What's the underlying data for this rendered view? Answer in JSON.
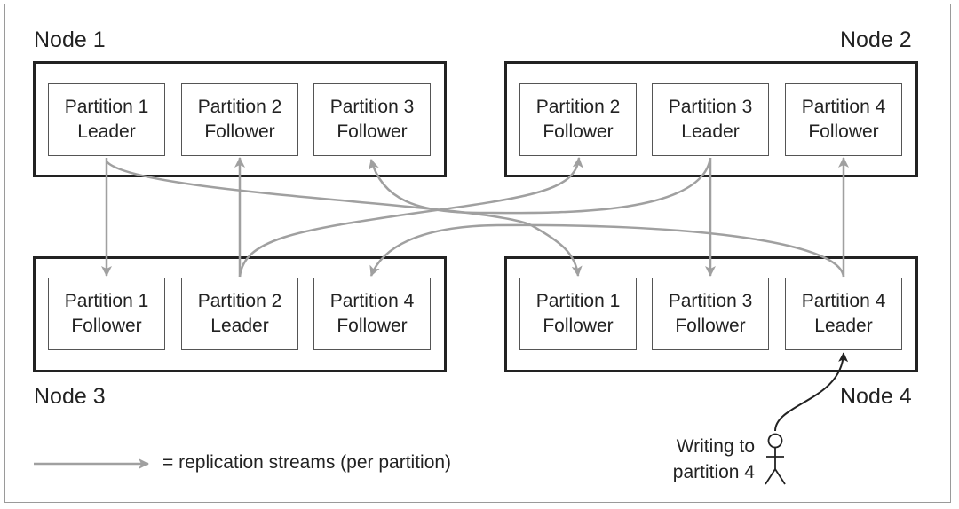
{
  "nodes": [
    {
      "name": "Node 1",
      "partitions": [
        {
          "title": "Partition 1",
          "role": "Leader"
        },
        {
          "title": "Partition 2",
          "role": "Follower"
        },
        {
          "title": "Partition 3",
          "role": "Follower"
        }
      ]
    },
    {
      "name": "Node 2",
      "partitions": [
        {
          "title": "Partition 2",
          "role": "Follower"
        },
        {
          "title": "Partition 3",
          "role": "Leader"
        },
        {
          "title": "Partition 4",
          "role": "Follower"
        }
      ]
    },
    {
      "name": "Node 3",
      "partitions": [
        {
          "title": "Partition 1",
          "role": "Follower"
        },
        {
          "title": "Partition 2",
          "role": "Leader"
        },
        {
          "title": "Partition 4",
          "role": "Follower"
        }
      ]
    },
    {
      "name": "Node 4",
      "partitions": [
        {
          "title": "Partition 1",
          "role": "Follower"
        },
        {
          "title": "Partition 3",
          "role": "Follower"
        },
        {
          "title": "Partition 4",
          "role": "Leader"
        }
      ]
    }
  ],
  "legend": {
    "label": "= replication streams (per partition)"
  },
  "writer": {
    "line1": "Writing to",
    "line2": "partition 4"
  },
  "colors": {
    "stream": "#a0a0a0",
    "box": "#222222",
    "frame": "#9a9a9a"
  }
}
